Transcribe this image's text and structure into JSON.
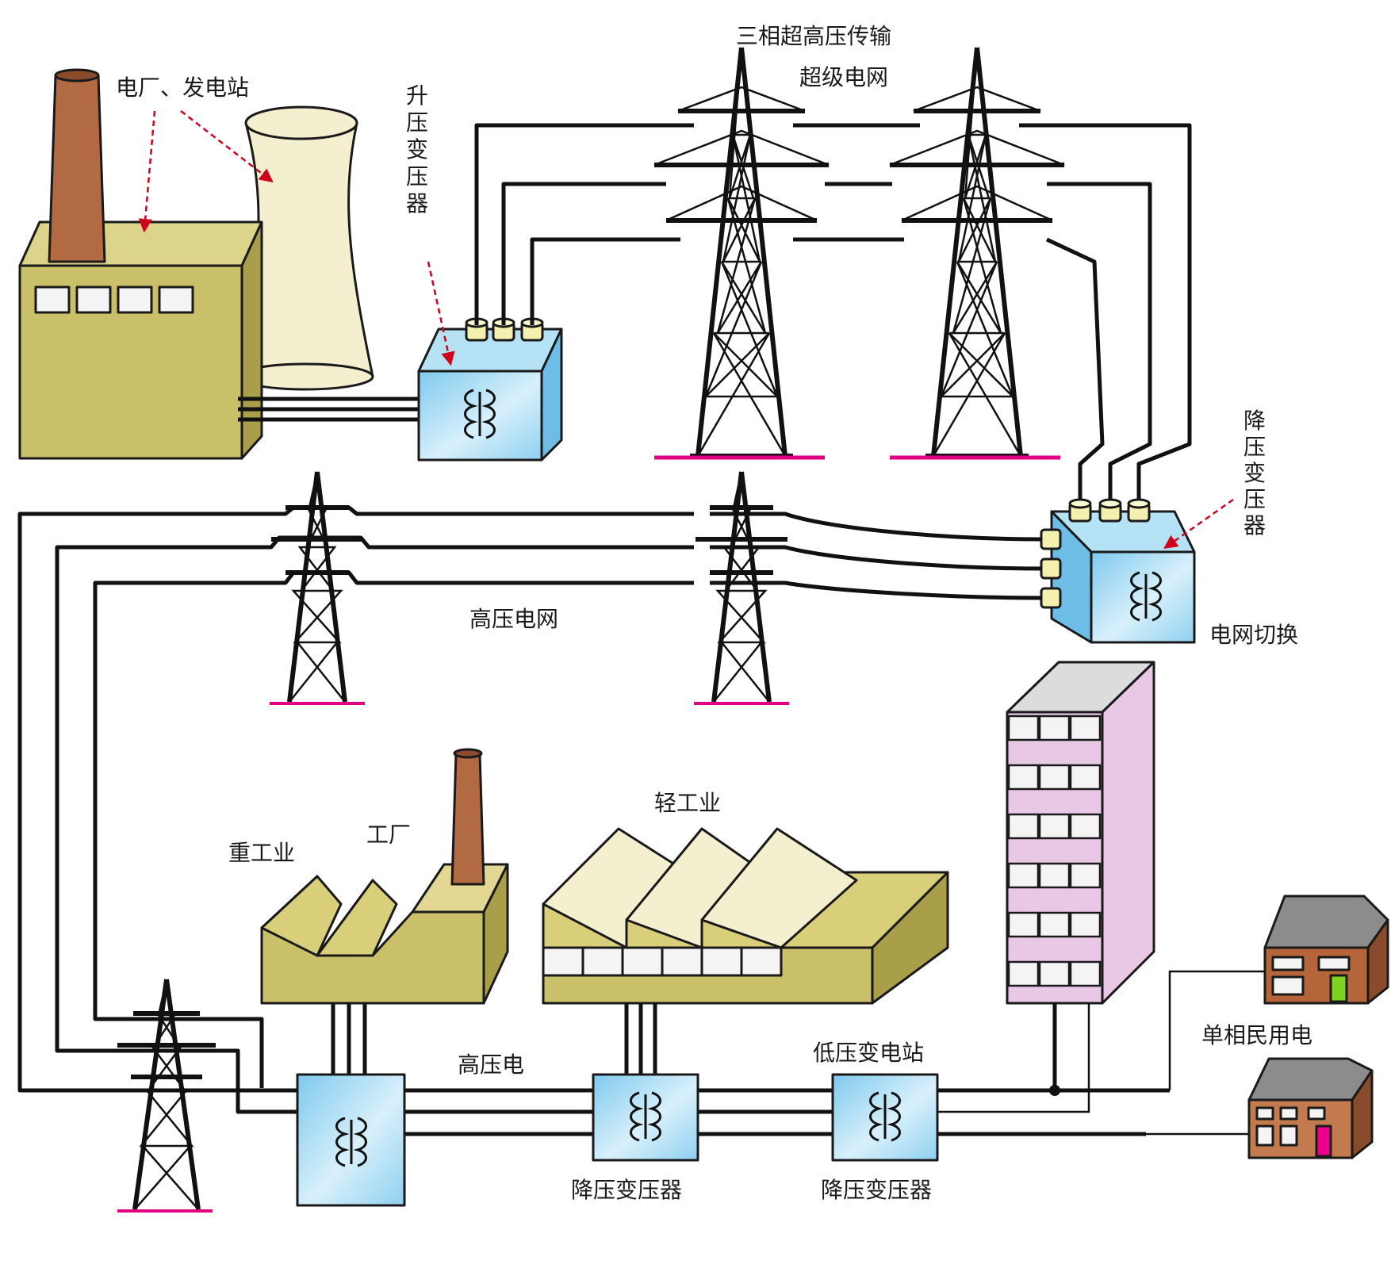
{
  "labels": {
    "power_plant": "电厂、发电站",
    "step_up_transformer": "升压变压器",
    "ehv_transmission": "三相超高压传输",
    "super_grid": "超级电网",
    "step_down_transformer_top": "降压变压器",
    "grid_switch": "电网切换",
    "hv_grid": "高压电网",
    "heavy_industry": "重工业",
    "factory": "工厂",
    "light_industry": "轻工业",
    "high_voltage": "高压电",
    "low_voltage_substation": "低压变电站",
    "step_down_transformer_1": "降压变压器",
    "step_down_transformer_2": "降压变压器",
    "single_phase_residential": "单相民用电"
  },
  "colors": {
    "plant_body": "#cbc06a",
    "chimney": "#b26a42",
    "cooling_tower": "#f4f0cf",
    "transformer": "#9fd6f0",
    "ground_line": "#e0007f",
    "arrow": "#d0021b",
    "building": "#e9c8e6",
    "house": "#b5653a",
    "roof": "#8c8c8c"
  },
  "icons": [
    "transformer-coil-icon",
    "tower-icon",
    "chimney-icon",
    "house-icon"
  ]
}
